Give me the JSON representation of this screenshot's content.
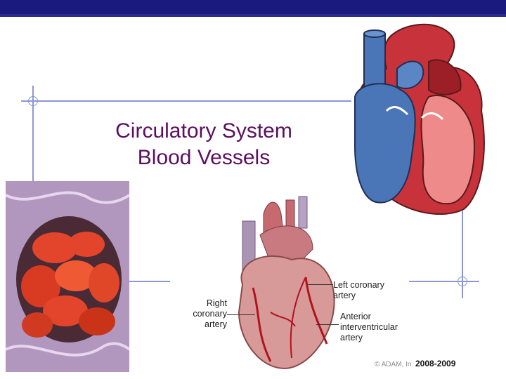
{
  "slide": {
    "title_line1": "Circulatory System",
    "title_line2": "Blood Vessels"
  },
  "diagram_labels": {
    "left_coronary": "Left coronary",
    "left_coronary_2": "artery",
    "right_coronary": "Right",
    "right_coronary_2": "coronary",
    "right_coronary_3": "artery",
    "anterior": "Anterior",
    "anterior_2": "interventricular",
    "anterior_3": "artery"
  },
  "footer": {
    "copyright": "© ADAM, In",
    "year": "2008-2009"
  },
  "colors": {
    "header_bar": "#1a1a7e",
    "title": "#5b0f5f",
    "guides": "#8d96d6"
  }
}
